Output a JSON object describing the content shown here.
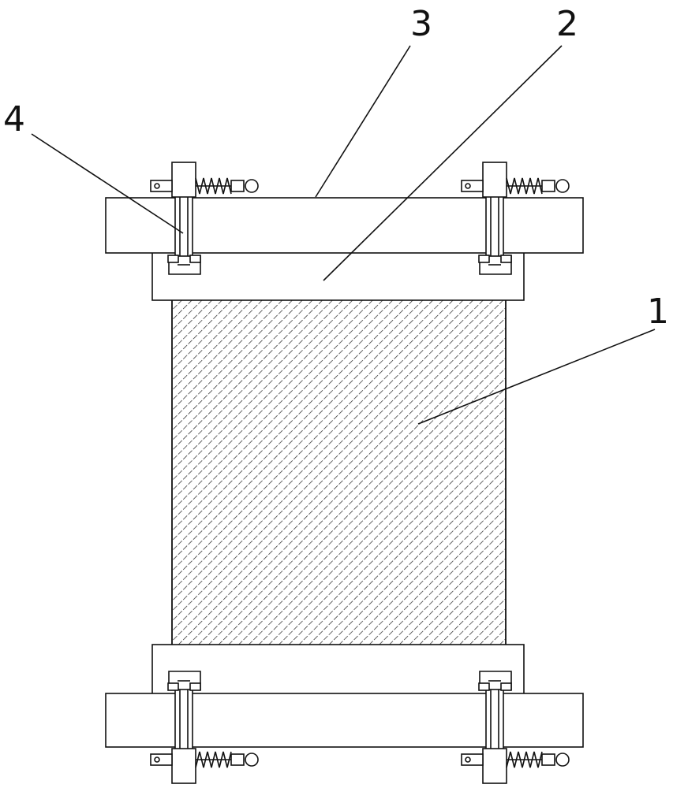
{
  "labels": {
    "one": "1",
    "two": "2",
    "three": "3",
    "four": "4"
  },
  "colors": {
    "line": "#111111",
    "background": "#ffffff"
  }
}
